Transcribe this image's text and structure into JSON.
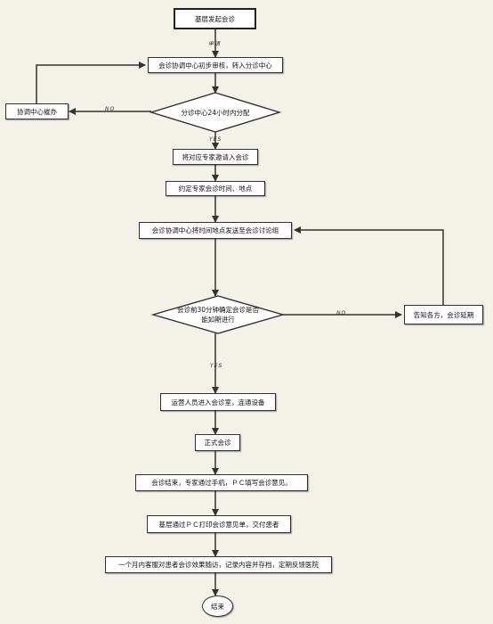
{
  "nodes": {
    "start": "基层发起会诊",
    "initial_review": "会诊协调中心初步审核，转入分诊中心",
    "triage_decision": "分诊中心24小时内分配",
    "urge": "协调中心催办",
    "invite_expert": "将对应专家邀请入会诊",
    "schedule": "约定专家会诊时间、地点",
    "send_info": "会诊协调中心将时间地点发送至会诊讨论组",
    "confirm_decision_line1": "会诊前30分钟确定会诊是否",
    "confirm_decision_line2": "能如期进行",
    "notify_delay": "告知各方，会诊延期",
    "staff_enter": "运营人员进入会诊室，连通设备",
    "formal": "正式会诊",
    "opinion": "会诊结束，专家通过手机，ＰＣ填写会诊意见。",
    "print": "基层通过ＰＣ打印会诊意见单，交付患者",
    "followup": "一个月内客服对患者会诊效果随访，记录内容并存档，定期反馈医院",
    "end": "结束"
  },
  "edge_labels": {
    "apply": "申请",
    "no_1": "NO",
    "yes_1": "YES",
    "no_2": "NO",
    "yes_2": "YES"
  },
  "colors": {
    "background": "#f4f1e8",
    "stroke": "#333333",
    "fill": "#ffffff"
  }
}
